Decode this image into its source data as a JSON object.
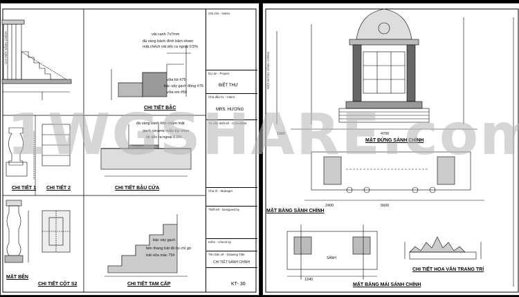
{
  "left": {
    "labels": {
      "chi_tiet_bac": "CHI TIẾT BẬC",
      "chi_tiet_1": "CHI TIẾT 1",
      "chi_tiet_2": "CHI TIẾT 2",
      "chi_tiet_bau_cua": "CHI TIẾT BẬU CỬA",
      "mat_ben": "MẶT BÊN",
      "chi_tiet_cot_s2": "CHI TIẾT CỘT S2",
      "chi_tiet_tam_cap": "CHI TIẾT TAM CẤP"
    },
    "notes": {
      "n1": "vát cạnh 7x7mm",
      "n2": "đá vàng bành đình băm nham",
      "n3": "mặt,chếch vát dốc ra ngoài 0.5%",
      "n4": "vữa lót #75",
      "n5": "bậc xây gạch đồng #75",
      "n6": "vữa xm #50",
      "n7": "đá vàng bành khò nhám mặt",
      "n8": "gạch ceramic mẫu tùy chọn",
      "n9": "lát dốc ra ngoài 0.5%",
      "n10": "bậc xây gạch",
      "n11": "bên thang trát đồ lọi chỉ gờ",
      "n12": "trát vữa mác 75#"
    },
    "title_block": {
      "top": "Ghi chú - Notes",
      "project_label": "Dự án - Project",
      "project": "BIỆT THỰ",
      "client_label": "Chủ đầu tư - Client",
      "client": "MRS. HƯƠNG",
      "consultant_label": "Tư vấn thiết kế - Consultant",
      "manager_label": "Chủ trì - Manager",
      "design_label": "Thiết kế - Designed by",
      "check_label": "Kiểm - Check by",
      "drawing_label": "Tên bản vẽ - Drawing Title",
      "drawing_title": "CHI TIẾT SẢNH CHÍNH",
      "sheet_no": "KT- 30"
    }
  },
  "right": {
    "labels": {
      "mat_dung": "MẶT ĐỨNG SẢNH CHÍNH",
      "mat_bang": "MẶT BẰNG SẢNH CHÍNH",
      "mat_bang_mai": "MẶT BẰNG MÁI SẢNH CHÍNH",
      "hoa_van": "CHI TIẾT HOA VĂN TRANG TRÍ",
      "sanh": "SẢNH"
    },
    "dims": {
      "d1": "1900",
      "d2": "4700",
      "d3": "5600",
      "d4": "2400",
      "d5": "1240"
    }
  },
  "watermark": "1WGSHARE.com"
}
